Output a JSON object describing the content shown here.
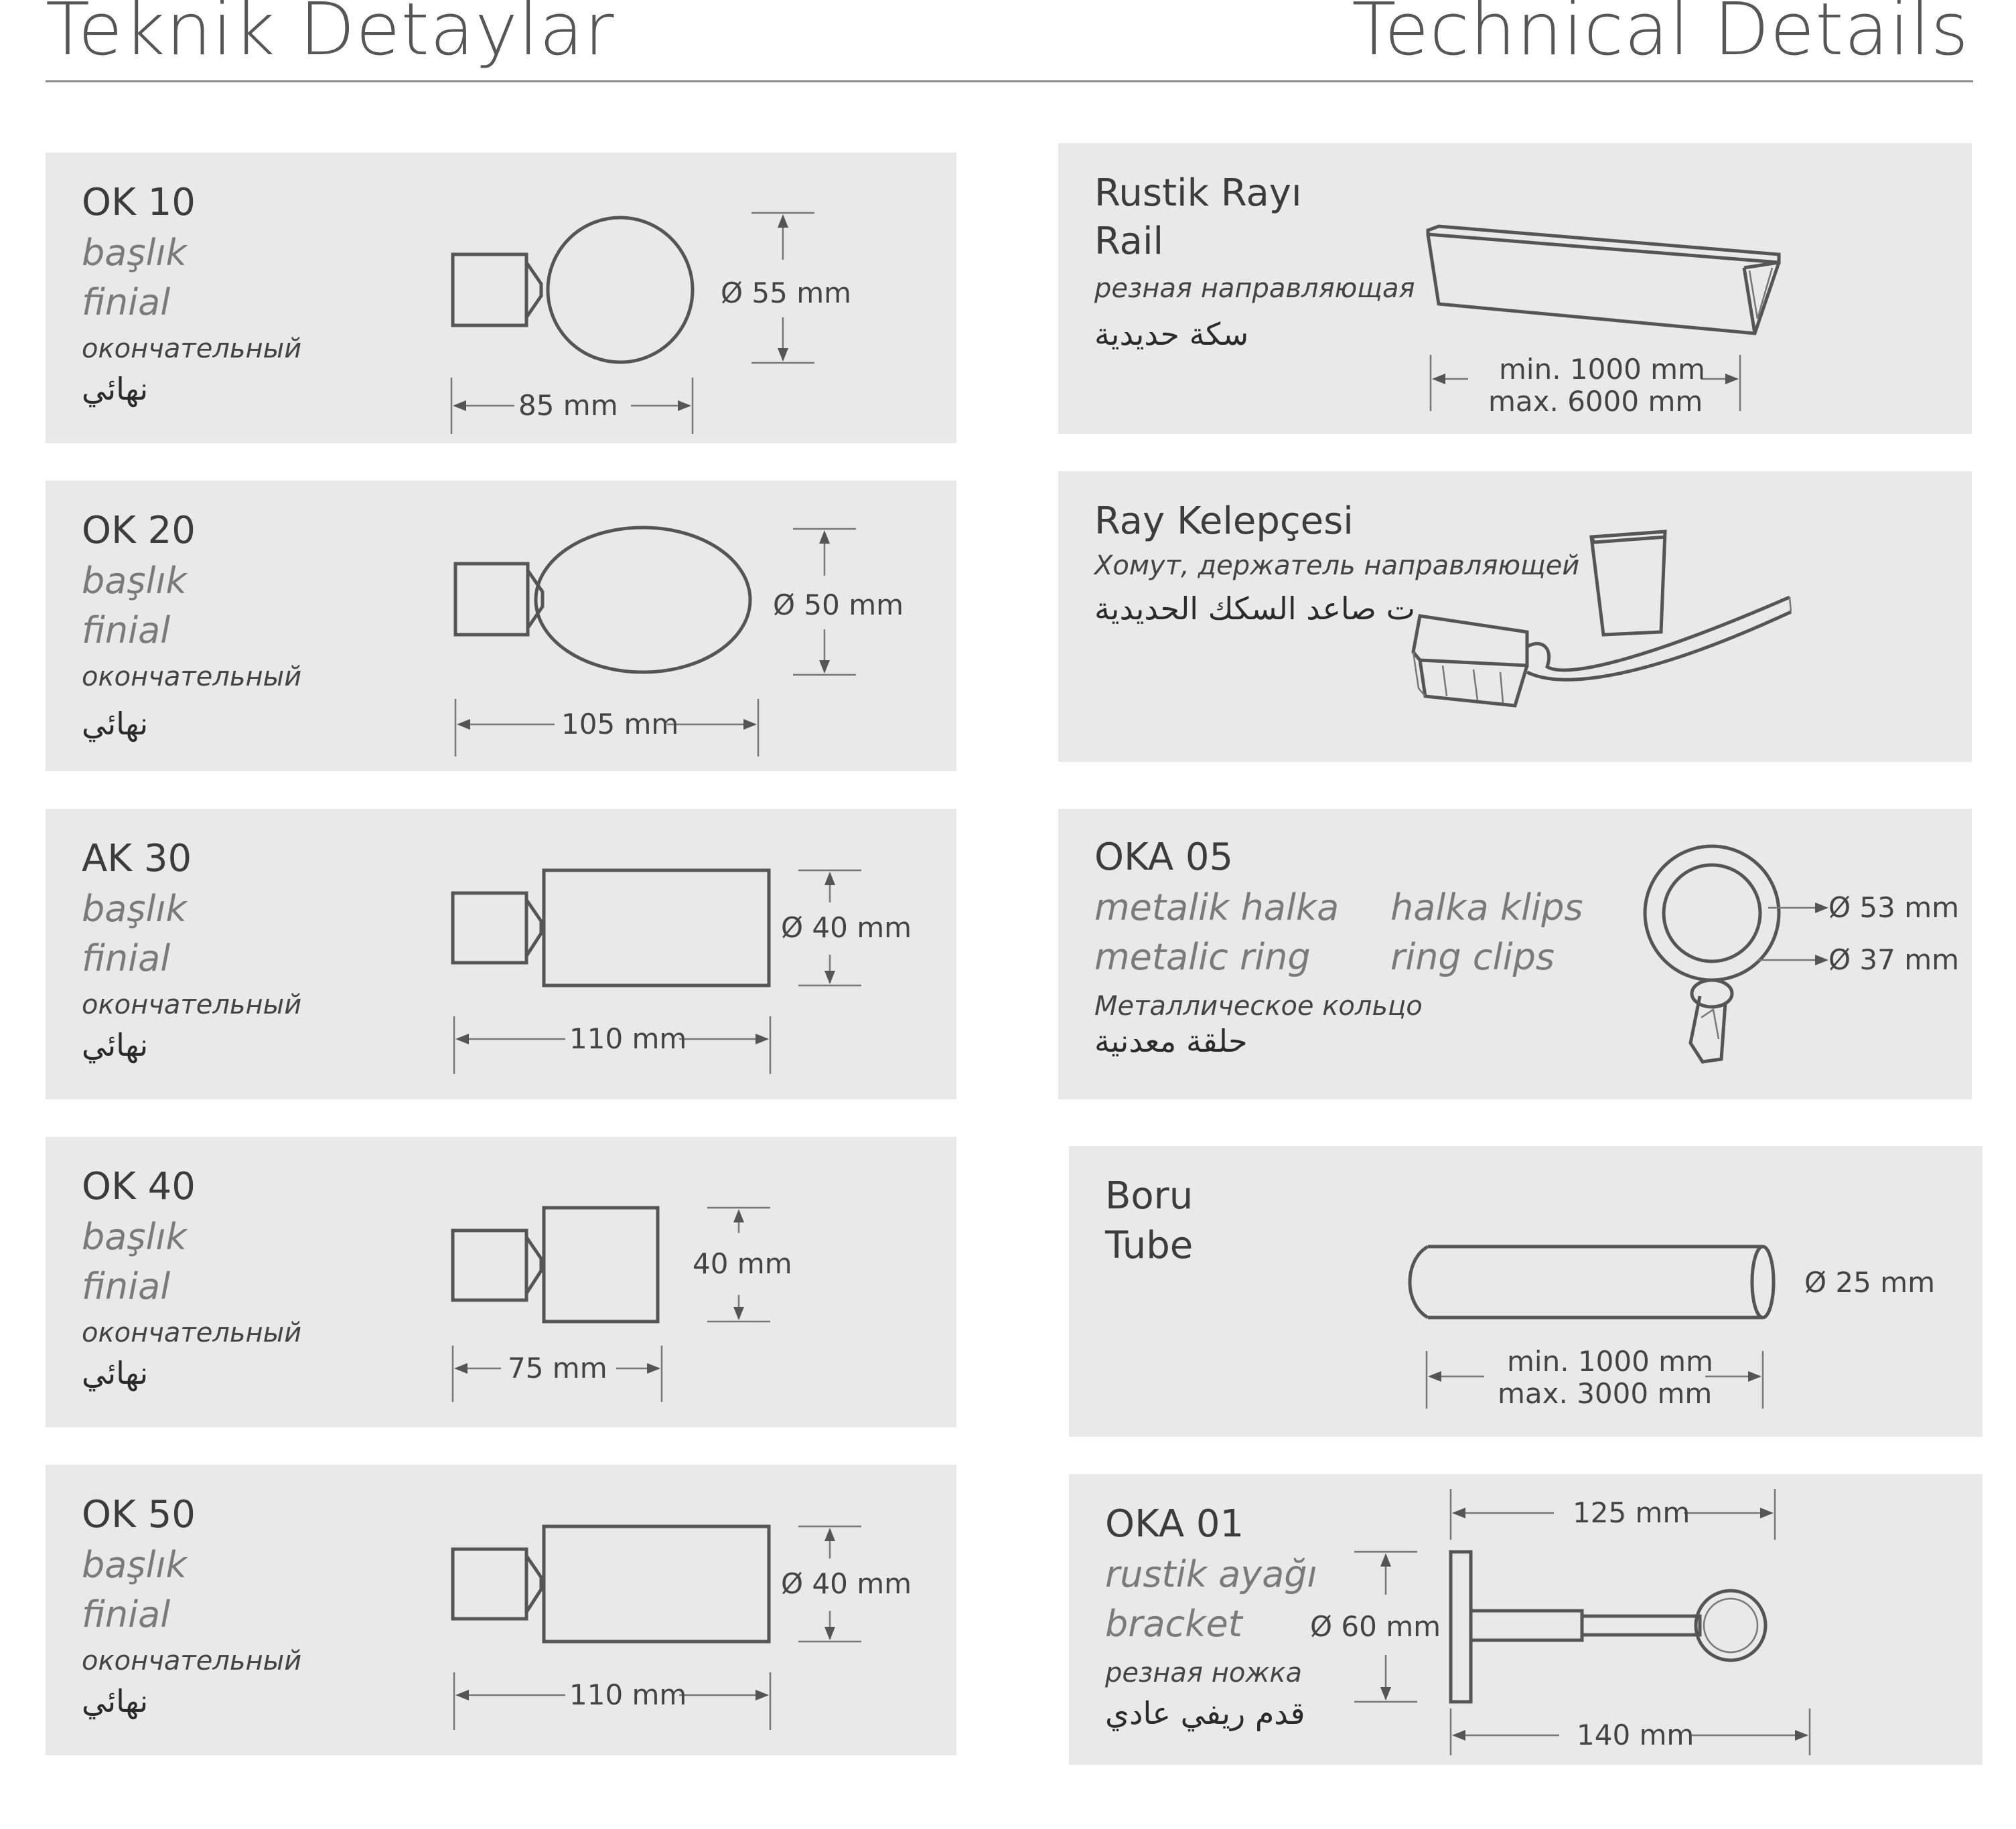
{
  "header": {
    "title_left": "Teknik Detaylar",
    "title_right": "Technical Details"
  },
  "common": {
    "basl": "başlık",
    "finial": "finial",
    "ru_finial": "окончательный",
    "ar_finial": "نهائي"
  },
  "finials": [
    {
      "name": "OK 10",
      "diameter": "Ø 55 mm",
      "length": "85 mm"
    },
    {
      "name": "OK 20",
      "diameter": "Ø 50 mm",
      "length": "105 mm"
    },
    {
      "name": "AK 30",
      "diameter": "Ø 40 mm",
      "length": "110 mm"
    },
    {
      "name": "OK 40",
      "diameter": "40 mm",
      "length": "75 mm"
    },
    {
      "name": "OK 50",
      "diameter": "Ø 40 mm",
      "length": "110 mm"
    }
  ],
  "rail": {
    "name": "Rustik Rayı",
    "en": "Rail",
    "ru": "резная направляющая",
    "ar": "سكة حديدية",
    "min": "min. 1000 mm",
    "max": "max. 6000 mm"
  },
  "clamp": {
    "name": "Ray Kelepçesi",
    "ru": "Хомут, держатель направляющей",
    "ar": "ت صاعد السكك الحديدية"
  },
  "ring": {
    "name": "OKA 05",
    "tr": "metalik halka",
    "en": "metalic ring",
    "tr2": "halka klips",
    "en2": "ring clips",
    "ru": "Металлическое кольцо",
    "ar": "حلقة معدنية",
    "outer": "Ø 53 mm",
    "inner": "Ø 37 mm"
  },
  "tube": {
    "name": "Boru",
    "en": "Tube",
    "diameter": "Ø 25 mm",
    "min": "min. 1000 mm",
    "max": "max. 3000 mm"
  },
  "bracket": {
    "name": "OKA 01",
    "tr": "rustik ayağı",
    "en": "bracket",
    "ru": "резная ножка",
    "ar": "قدم ريفي عادي",
    "top": "125 mm",
    "diameter": "Ø 60 mm",
    "bottom": "140 mm"
  }
}
